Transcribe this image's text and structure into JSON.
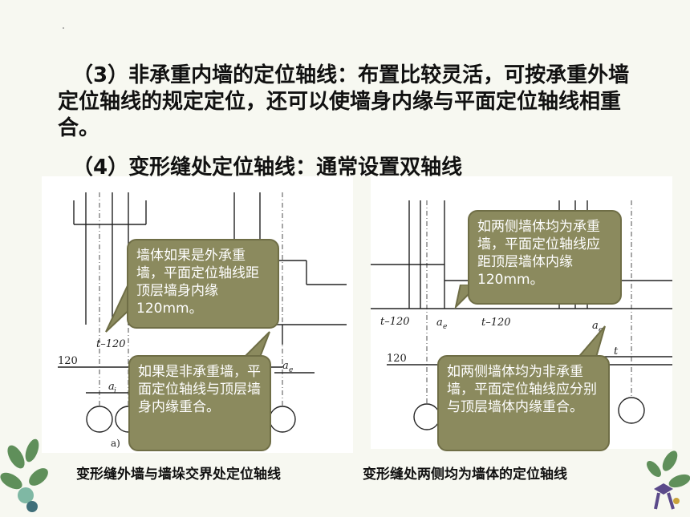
{
  "heading3": "（3）非承重内墙的定位轴线：布置比较灵活，可按承重外墙定位轴线的规定定位，还可以使墙身内缘与平面定位轴线相重合。",
  "heading4": "（4）变形缝处定位轴线：通常设置双轴线",
  "figA": {
    "labels": {
      "t120": "t–120",
      "dim120": "120",
      "ai": "a",
      "ai_sub": "i",
      "ae": "a",
      "ae_sub": "e",
      "panel": "a)"
    },
    "callout1": "墙体如果是外承重墙，平面定位轴线距顶层墙身内缘120mm。",
    "callout2": "如果是非承重墙，平面定位轴线与顶层墙身内缘重合。",
    "caption": "变形缝外墙与墙垛交界处定位轴线"
  },
  "figB": {
    "labels": {
      "t120a": "t–120",
      "ae": "a",
      "ae_sub": "e",
      "t120b": "t–120",
      "dim120": "120",
      "ae2": "a",
      "ae2_sub": "e",
      "t": "t"
    },
    "callout1": "如两侧墙体均为承重墙，平面定位轴线应距顶层墙体内缘120mm。",
    "callout2": "如两侧墙体均为非承重墙，平面定位轴线应分别与顶层墙体内缘重合。",
    "caption": "变形缝处两侧均为墙体的定位轴线"
  },
  "colors": {
    "callout_fill": "#8b8a5e",
    "background": "#f7f8f1"
  },
  "decorations": [
    "wreath-left-icon",
    "wreath-right-icon"
  ]
}
